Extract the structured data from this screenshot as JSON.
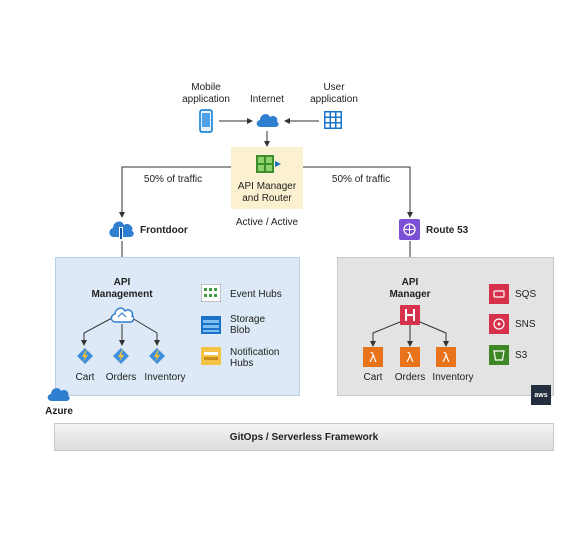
{
  "top": {
    "mobile_label": "Mobile\napplication",
    "internet_label": "Internet",
    "user_label": "User\napplication"
  },
  "router": {
    "label": "API Manager\nand Router",
    "mode": "Active / Active"
  },
  "traffic": {
    "left": "50% of traffic",
    "right": "50% of traffic"
  },
  "azure": {
    "frontdoor": "Frontdoor",
    "api_mgmt": "API\nManagement",
    "services": [
      "Cart",
      "Orders",
      "Inventory"
    ],
    "side": [
      "Event Hubs",
      "Storage\nBlob",
      "Notification\nHubs"
    ],
    "cloud_label": "Azure"
  },
  "aws": {
    "route53": "Route 53",
    "api_mgr": "API\nManager",
    "services": [
      "Cart",
      "Orders",
      "Inventory"
    ],
    "side": [
      "SQS",
      "SNS",
      "S3"
    ],
    "logo_text": "aws"
  },
  "footer": {
    "label": "GitOps / Serverless Framework"
  },
  "colors": {
    "azure_blue": "#0078d4",
    "router_fill": "#fbf0cf",
    "aws_orange": "#e8731a",
    "aws_red": "#d6304a",
    "aws_green": "#3f8624",
    "route53_purple": "#7b4fd6"
  }
}
